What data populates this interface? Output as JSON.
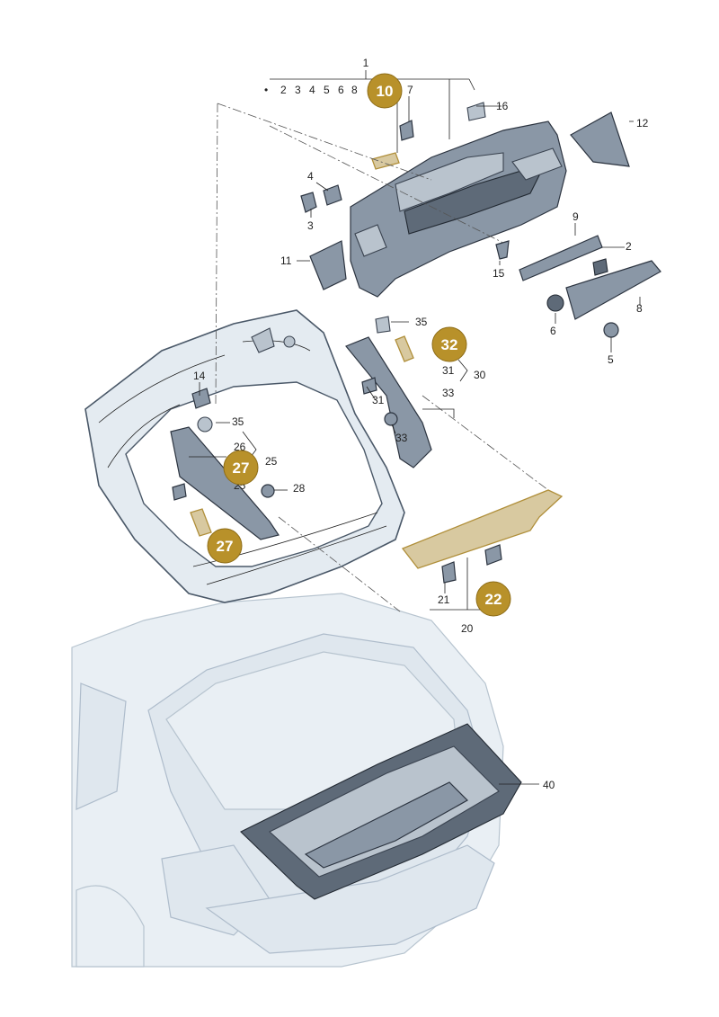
{
  "diagram": {
    "part_labels": [
      "1",
      "2",
      "3",
      "4",
      "5",
      "6",
      "8",
      "7",
      "16",
      "12",
      "4",
      "3",
      "9",
      "2",
      "11",
      "15",
      "8",
      "6",
      "5",
      "35",
      "31",
      "30",
      "33",
      "31",
      "33",
      "14",
      "35",
      "26",
      "25",
      "25",
      "28",
      "21",
      "20",
      "40"
    ],
    "badges": [
      {
        "label": "10"
      },
      {
        "label": "32"
      },
      {
        "label": "27"
      },
      {
        "label": "27"
      },
      {
        "label": "22"
      }
    ],
    "colors": {
      "badge": "#b8912a",
      "part": "#8a97a6",
      "highlight": "#d8c9a0"
    }
  }
}
